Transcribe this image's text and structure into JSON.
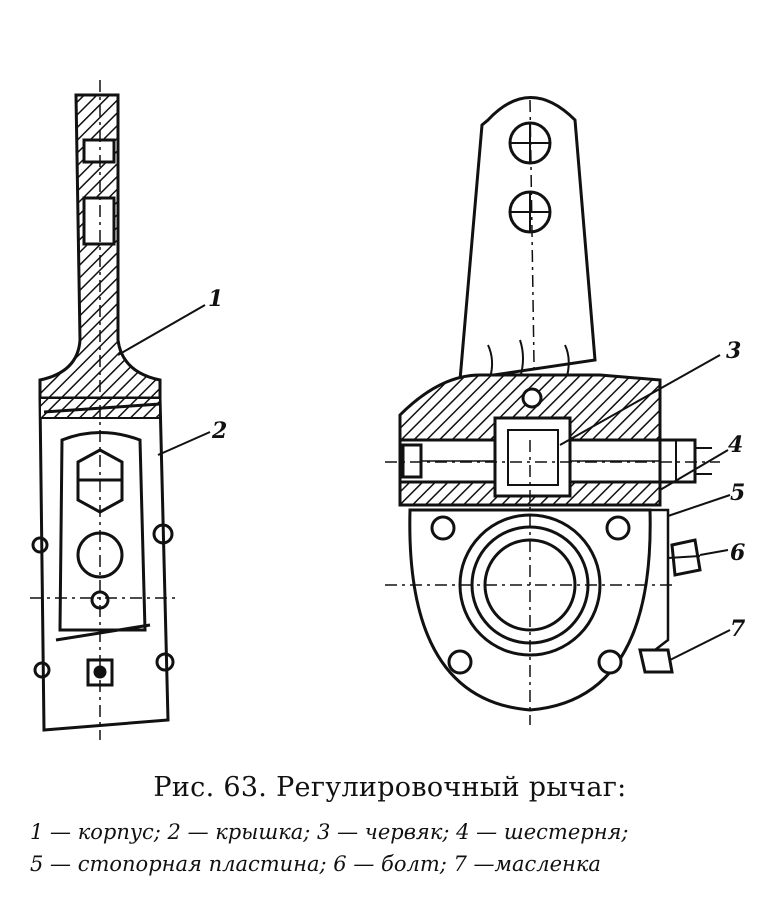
{
  "figure": {
    "title": "Рис. 63. Регулировочный рычаг:",
    "legend_line1": "1 — корпус; 2 — крышка; 3 — червяк; 4 — шестерня;",
    "legend_line2": "5 — стопорная пластина; 6 — болт; 7 —масленка",
    "labels": [
      "1",
      "2",
      "3",
      "4",
      "5",
      "6",
      "7"
    ]
  }
}
